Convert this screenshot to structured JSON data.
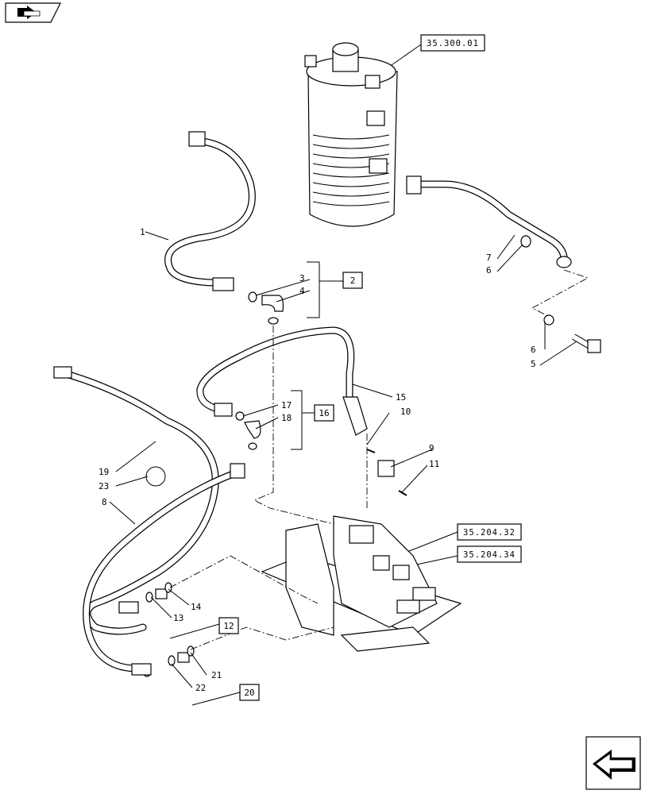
{
  "refs": {
    "top": "35.300.01",
    "valve_a": "35.204.32",
    "valve_b": "35.204.34"
  },
  "boxed": {
    "b2": "2",
    "b12": "12",
    "b16": "16",
    "b20": "20"
  },
  "callouts": {
    "c1": "1",
    "c3": "3",
    "c4": "4",
    "c5": "5",
    "c6a": "6",
    "c6b": "6",
    "c7": "7",
    "c8": "8",
    "c9": "9",
    "c10": "10",
    "c11": "11",
    "c13": "13",
    "c14": "14",
    "c15": "15",
    "c17": "17",
    "c18": "18",
    "c19": "19",
    "c21": "21",
    "c22": "22",
    "c23": "23"
  },
  "icons": {
    "top_left": "book-arrow-icon",
    "bottom_right": "next-page-arrow-icon"
  }
}
